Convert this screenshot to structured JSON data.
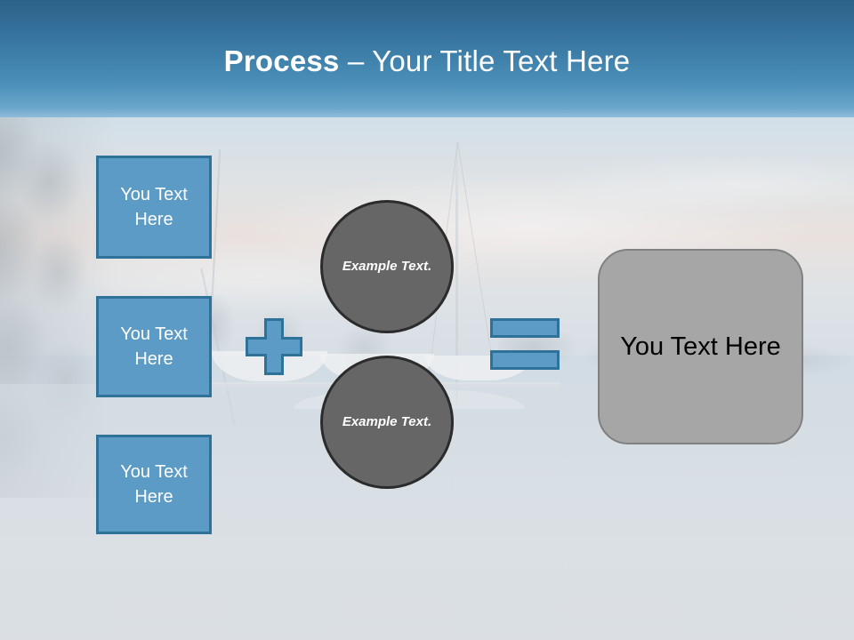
{
  "slide": {
    "header": {
      "title_strong": "Process",
      "title_rest": " – Your Title Text Here",
      "gradient_top": "#2c6289",
      "gradient_bottom": "#8fbcda"
    },
    "background": {
      "description": "faded harbour photo with trees, sailboat masts and water reflection"
    },
    "input_boxes": [
      {
        "label": "You Text Here"
      },
      {
        "label": "You Text Here"
      },
      {
        "label": "You Text Here"
      }
    ],
    "operators": {
      "plus": "plus-sign",
      "equals": "equals-sign"
    },
    "circles": [
      {
        "label": "Example Text."
      },
      {
        "label": "Example Text."
      }
    ],
    "result_box": {
      "label": "You Text Here"
    },
    "colors": {
      "accent_blue_fill": "#5b9bc5",
      "accent_blue_border": "#2e7299",
      "circle_fill": "#666666",
      "circle_border": "#2b2b2b",
      "result_fill": "#a6a6a6",
      "result_border": "#808080",
      "text_light": "#ffffff",
      "text_dark": "#000000"
    }
  }
}
